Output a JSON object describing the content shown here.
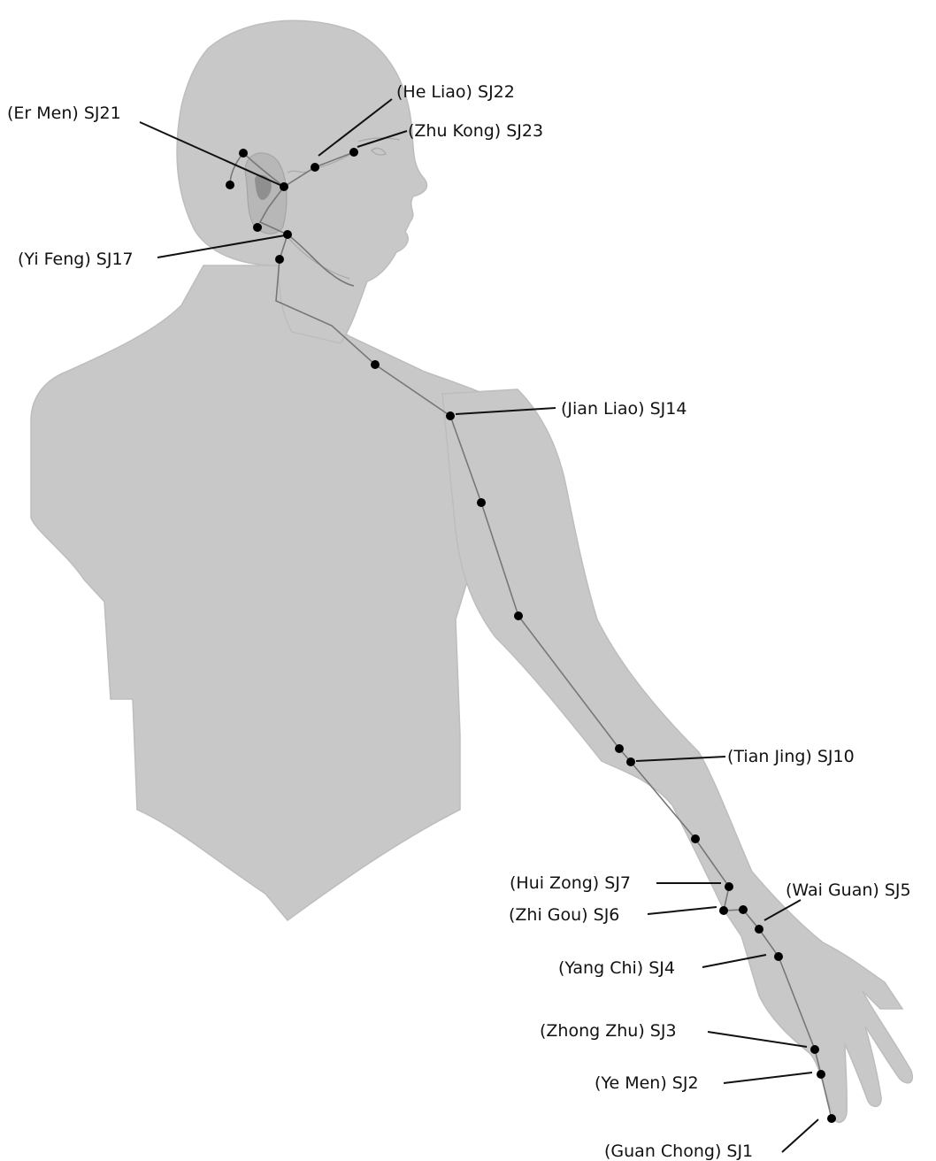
{
  "labels": {
    "sj21": "(Er Men) SJ21",
    "sj22": "(He Liao) SJ22",
    "sj23": "(Zhu Kong) SJ23",
    "sj17": "(Yi Feng) SJ17",
    "sj14": "(Jian Liao) SJ14",
    "sj10": "(Tian Jing) SJ10",
    "sj7": "(Hui Zong) SJ7",
    "sj6": "(Zhi Gou) SJ6",
    "sj5": "(Wai Guan) SJ5",
    "sj4": "(Yang Chi) SJ4",
    "sj3": "(Zhong Zhu) SJ3",
    "sj2": "(Ye Men) SJ2",
    "sj1": "(Guan Chong) SJ1"
  },
  "colors": {
    "body": "#c8c8c8",
    "meridian": "#777777",
    "point": "#000000"
  }
}
